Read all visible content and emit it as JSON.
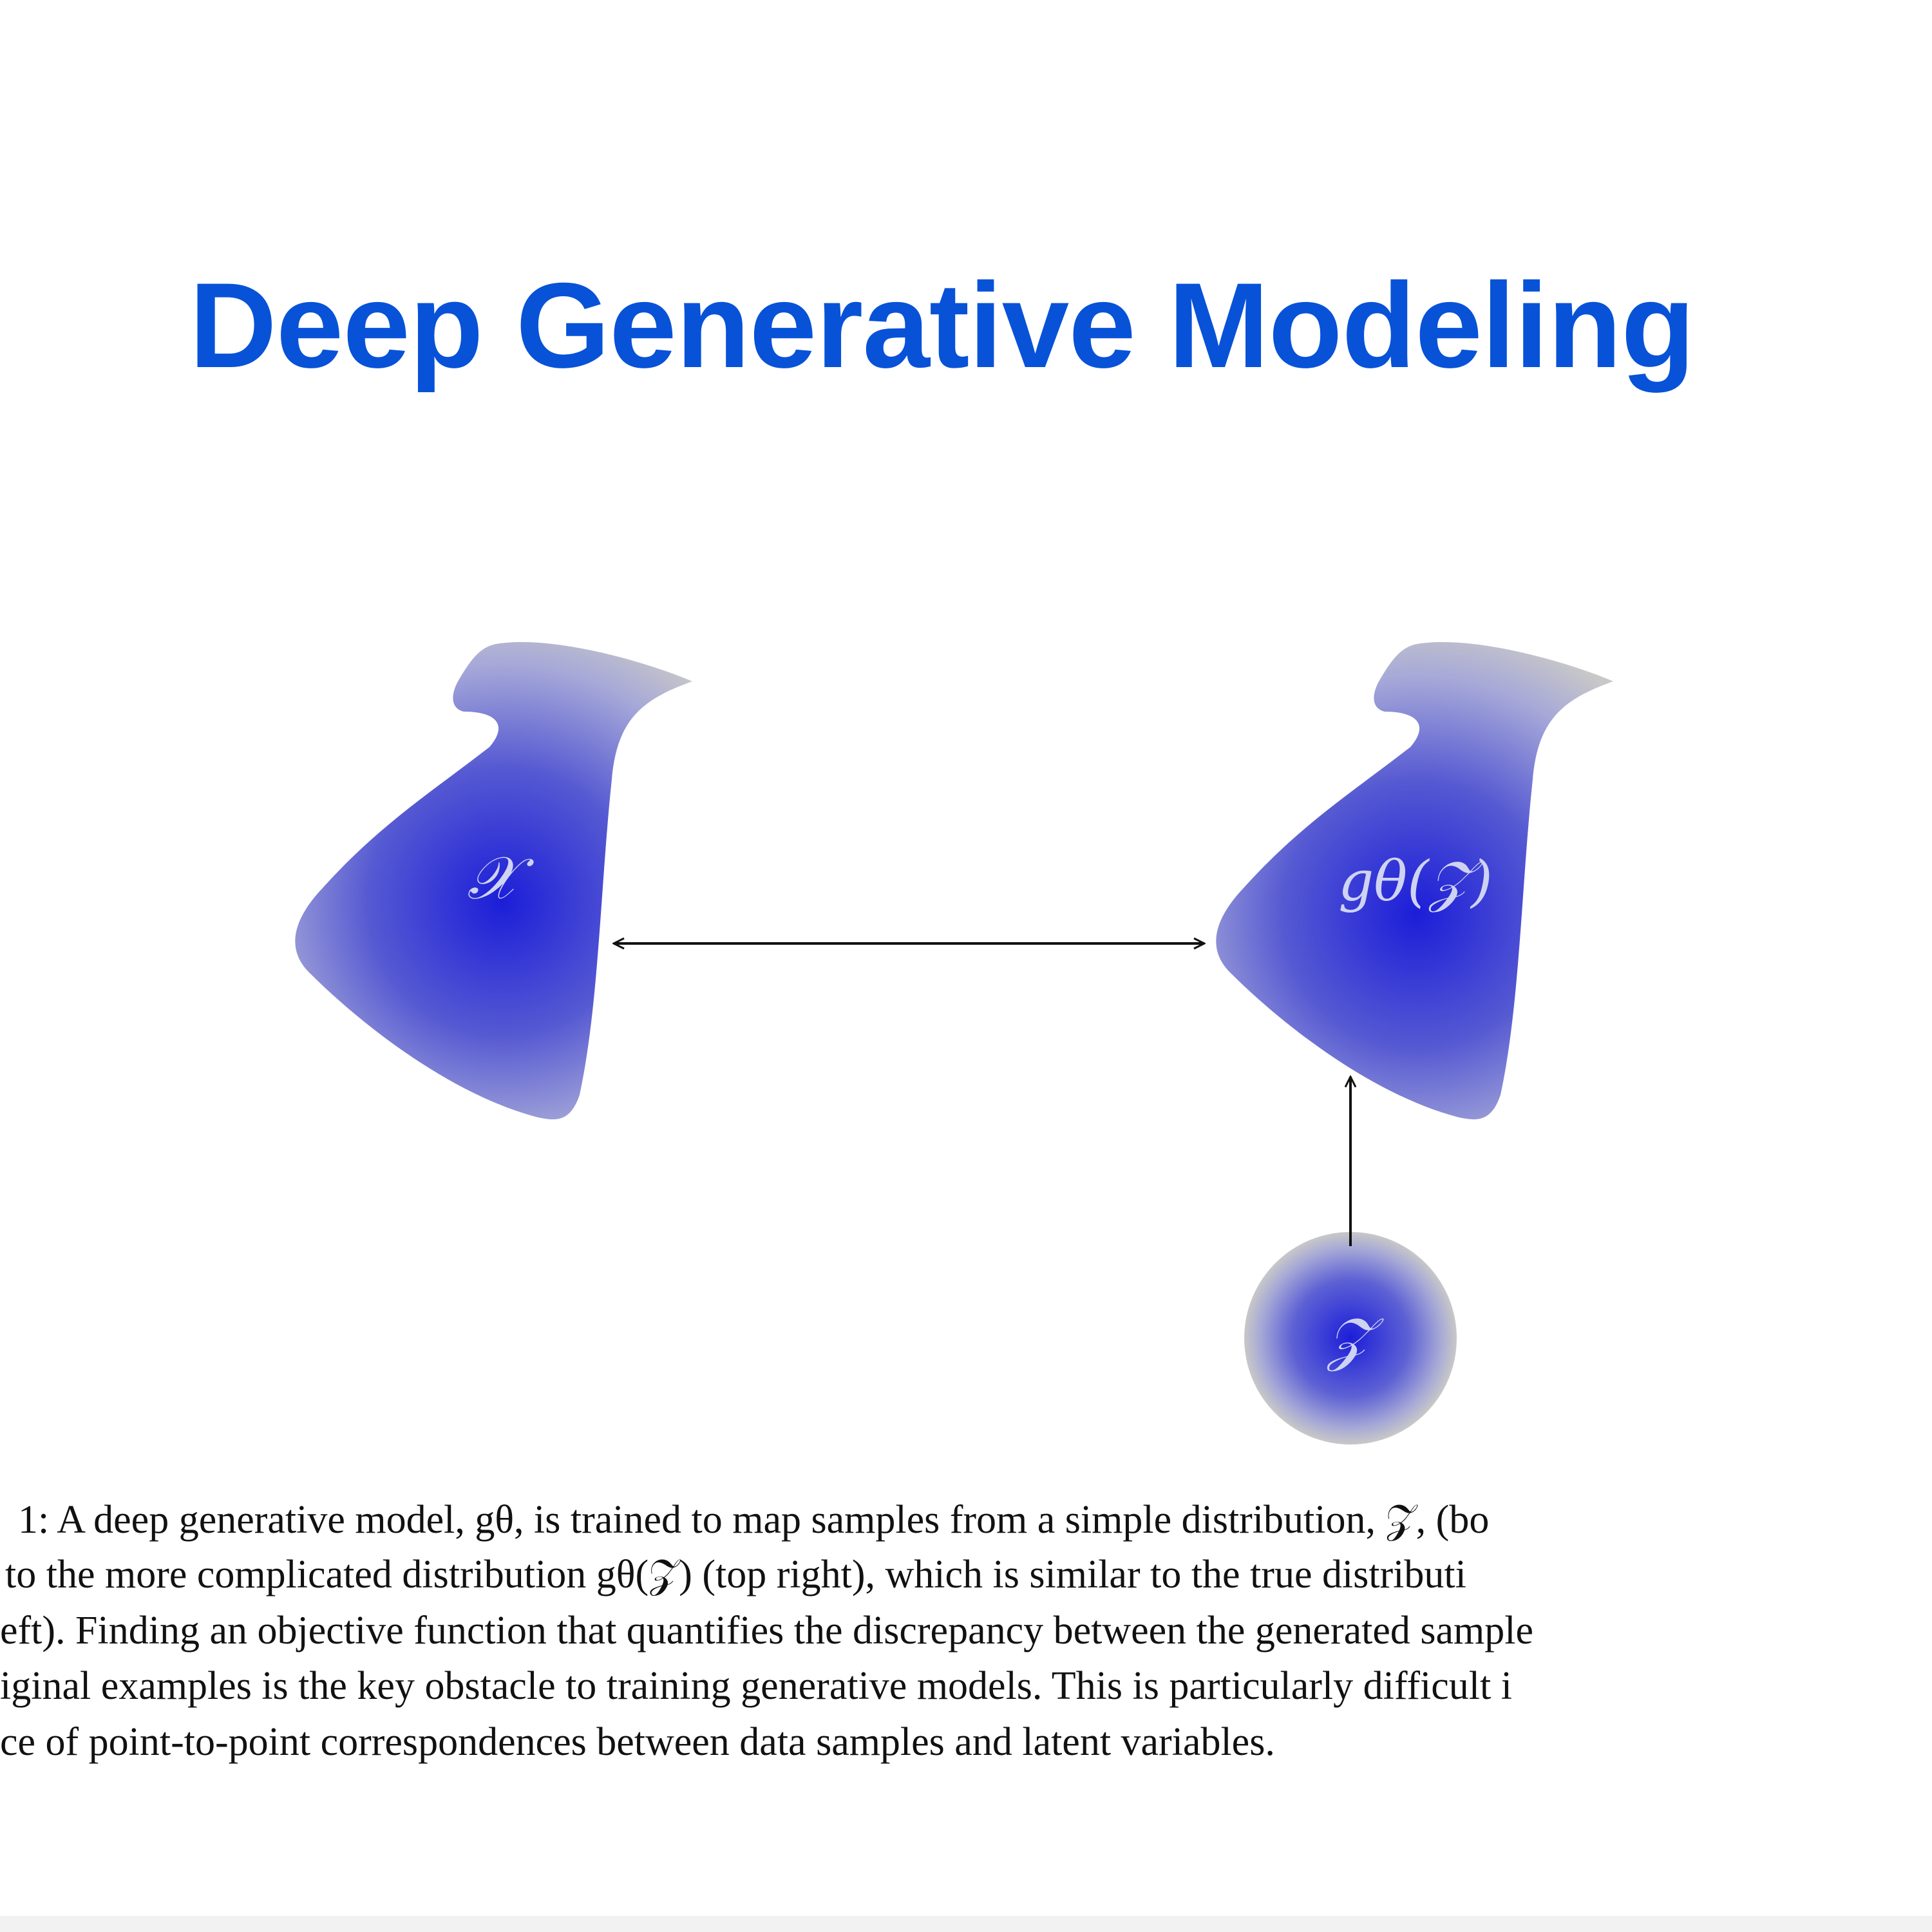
{
  "slide": {
    "title": "Deep Generative Modeling"
  },
  "diagram": {
    "labels": {
      "x_distribution": "𝒳",
      "generated_distribution": "gθ(𝒵)",
      "latent_distribution": "𝒵"
    },
    "colors": {
      "blob_center": "#1c1ed8",
      "blob_edge": "#c8c8c8",
      "arrow": "#111111",
      "label": "#cfd3f2"
    }
  },
  "caption": {
    "lines": [
      "1: A deep generative model, gθ, is trained to map samples from a simple distribution, 𝒵, (bo",
      "to the more complicated distribution gθ(𝒵) (top right), which is similar to the true distributi",
      "eft). Finding an objective function that quantifies the discrepancy between the generated sample",
      "iginal examples is the key obstacle to training generative models. This is particularly difficult i",
      "ce of point-to-point correspondences between data samples and latent variables."
    ]
  }
}
